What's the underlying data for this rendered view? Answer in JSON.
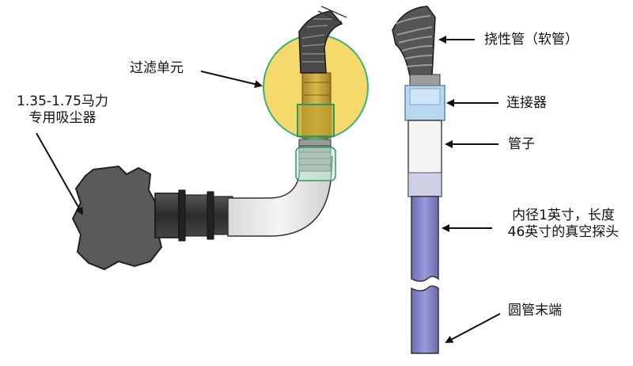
{
  "labels": {
    "vacuum": "1.35-1.75马力\n专用吸尘器",
    "filter_unit": "过滤单元",
    "flexible_hose": "挠性管（软管）",
    "connector": "连接器",
    "tube": "管子",
    "probe": "内径1英寸，长度\n46英寸的真空探头",
    "rounded_end": "圆管末端"
  },
  "colors": {
    "filter_highlight": "#f2cc3a",
    "filter_ring": "#3cb371",
    "probe_purple": "#8080c8",
    "connector_blue": "#b8d8f0",
    "hose_dark": "#3d3d3d",
    "vacuum_gray": "#5a5a5a"
  }
}
